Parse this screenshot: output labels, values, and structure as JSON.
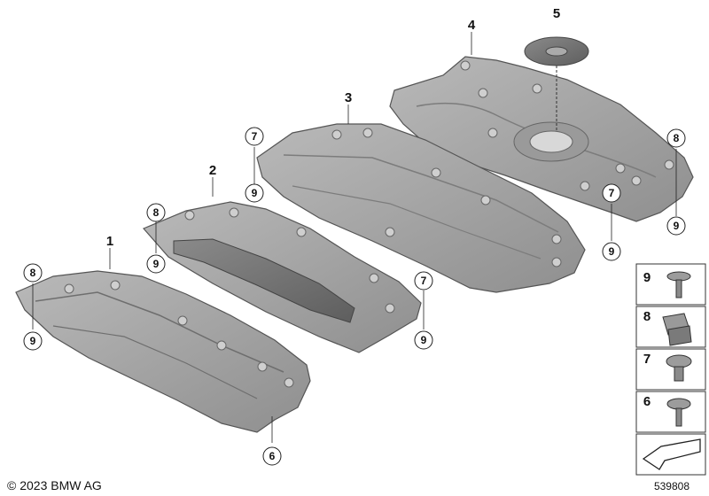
{
  "callouts": {
    "p1": "1",
    "p2": "2",
    "p3": "3",
    "p4": "4",
    "p5": "5",
    "c8a": "8",
    "c9a": "9",
    "c8b": "8",
    "c9b": "9",
    "c7a": "7",
    "c9c": "9",
    "c7b": "7",
    "c9d": "9",
    "c7c": "7",
    "c9e": "9",
    "c8c": "8",
    "c9f": "9",
    "c6": "6"
  },
  "legend": [
    "9",
    "8",
    "7",
    "6"
  ],
  "footer": {
    "copyright": "© 2023 BMW AG",
    "diagram_number": "539808"
  }
}
